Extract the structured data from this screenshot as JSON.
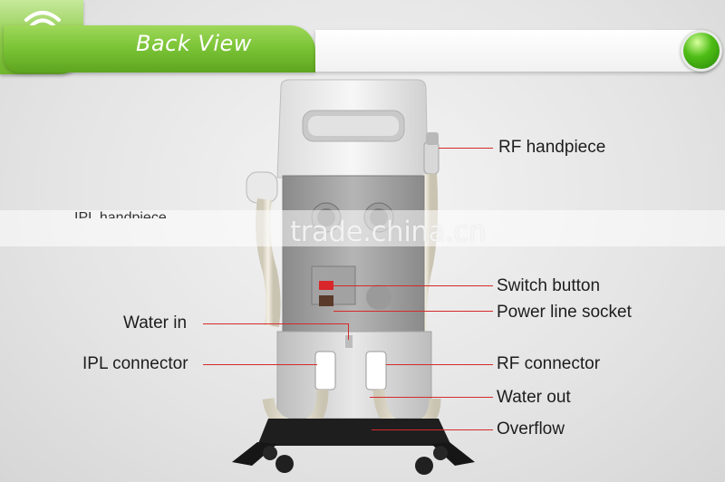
{
  "header": {
    "title": "Back View",
    "icon": "wifi-icon",
    "status": "green-status-dot",
    "accent": "#7ac436"
  },
  "watermark": {
    "text": "trade.china.cn"
  },
  "partial_label": "IPL handpiece",
  "labels": {
    "rf_handpiece": "RF handpiece",
    "switch_button": "Switch button",
    "power_line_socket": "Power line socket",
    "water_in": "Water in",
    "ipl_connector": "IPL connector",
    "rf_connector": "RF connector",
    "water_out": "Water out",
    "overflow": "Overflow"
  },
  "colors": {
    "leader_line": "#d52a2a",
    "label_text": "#1d1d1d"
  }
}
